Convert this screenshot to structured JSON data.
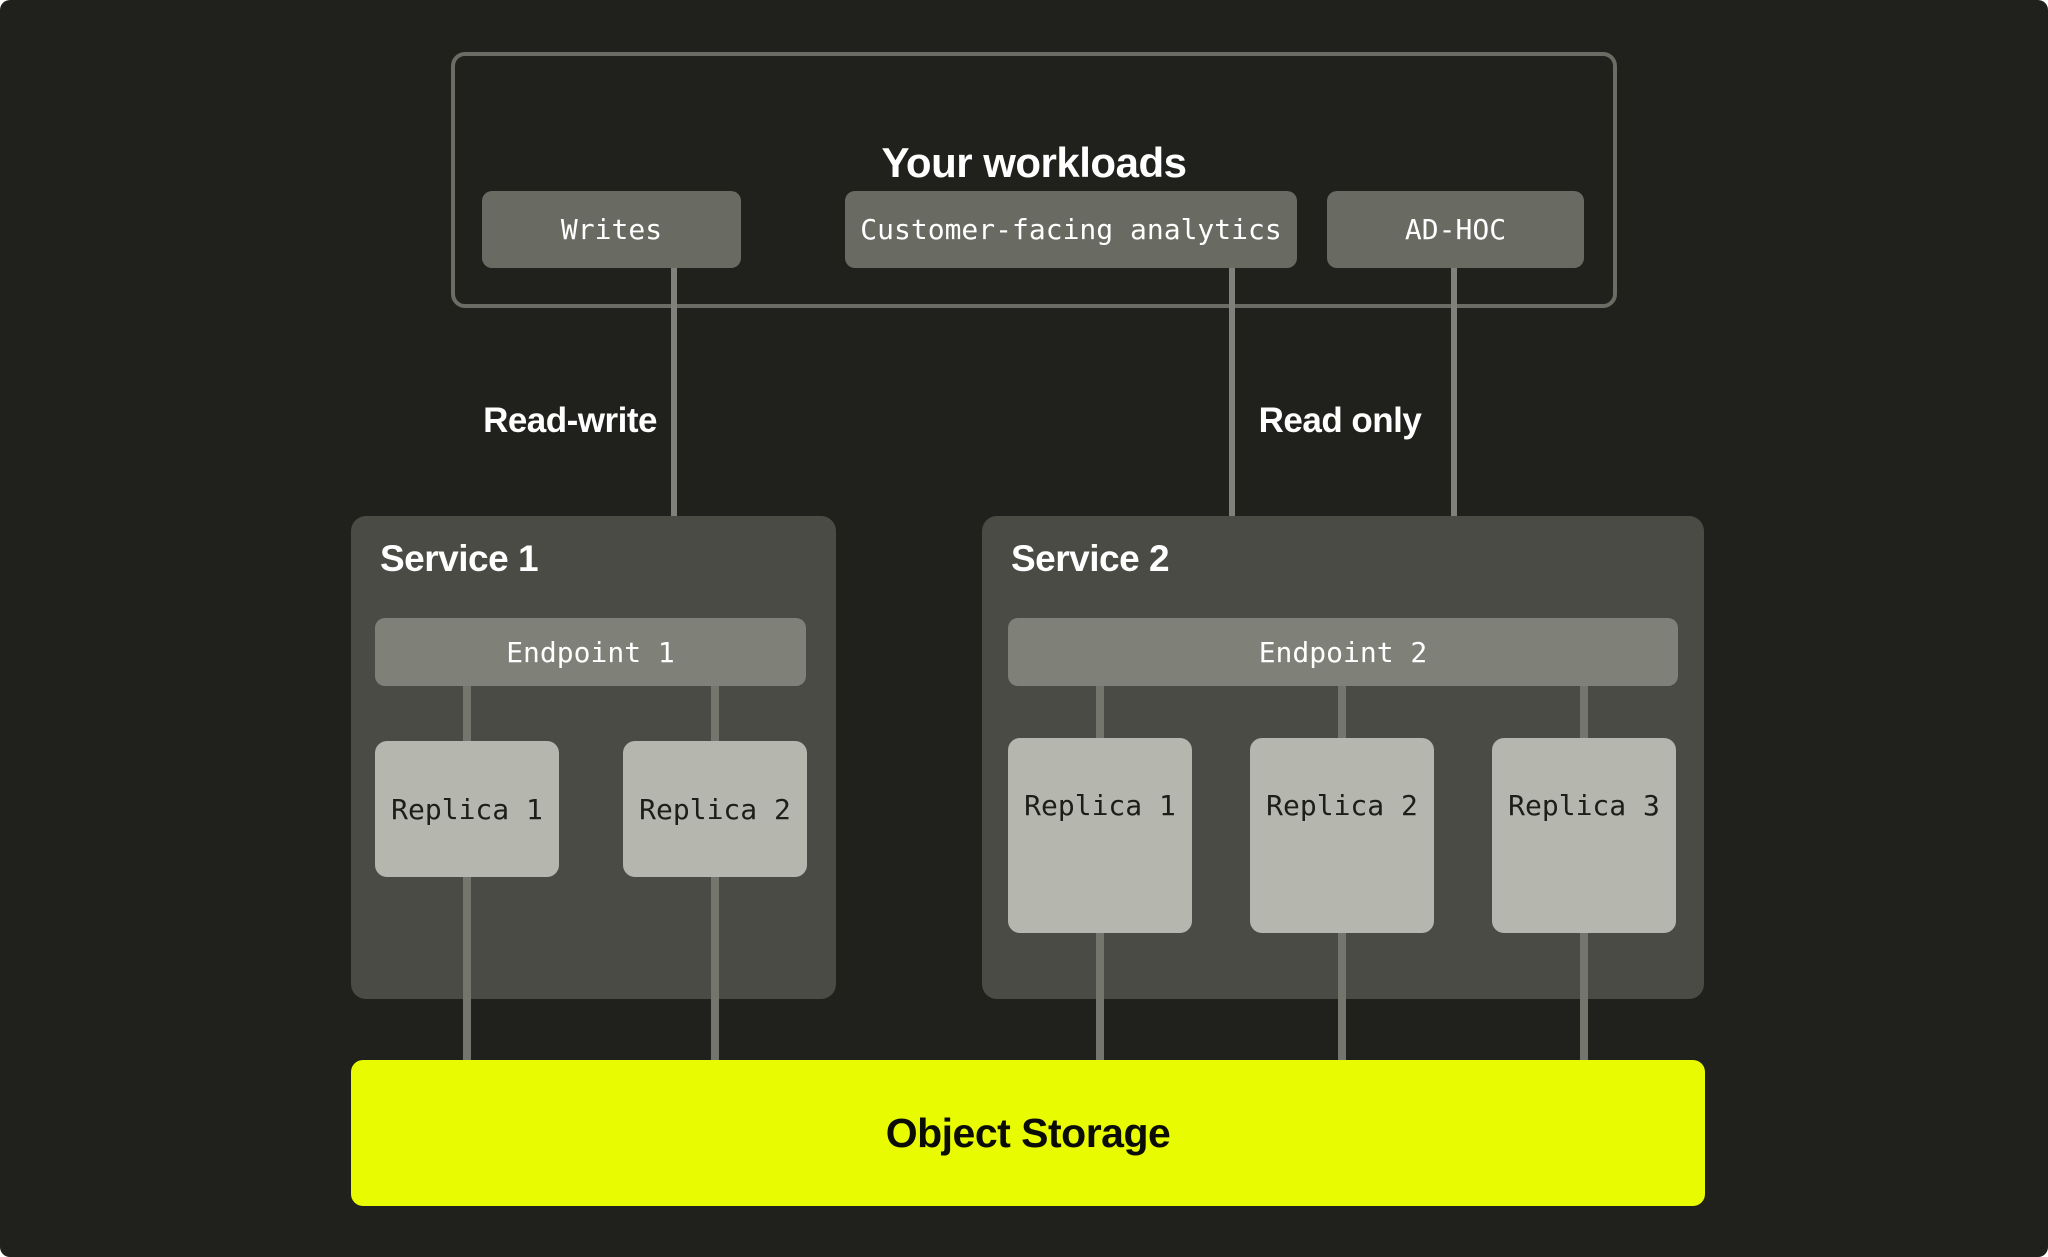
{
  "workloads": {
    "title": "Your workloads",
    "buttons": [
      {
        "label": "Writes"
      },
      {
        "label": "Customer-facing analytics"
      },
      {
        "label": "AD-HOC"
      }
    ]
  },
  "flows": [
    {
      "label": "Read-write",
      "from": "Writes",
      "to": "Endpoint 1"
    },
    {
      "label": "Read only",
      "from": "Customer-facing analytics / AD-HOC",
      "to": "Endpoint 2"
    }
  ],
  "services": [
    {
      "title": "Service 1",
      "endpoint": "Endpoint 1",
      "replicas": [
        "Replica 1",
        "Replica 2"
      ]
    },
    {
      "title": "Service 2",
      "endpoint": "Endpoint 2",
      "replicas": [
        "Replica 1",
        "Replica 2",
        "Replica 3"
      ]
    }
  ],
  "storage": {
    "label": "Object Storage"
  },
  "colors": {
    "canvas_bg": "#20211c",
    "box_border": "#6b6c63",
    "chip_bg": "#696a61",
    "service_bg": "#4a4b44",
    "endpoint_bg": "#7f8077",
    "replica_bg": "#b5b6ae",
    "line": "#80817a",
    "storage_accent": "#e8fb00",
    "text_light": "#ffffff",
    "text_dark": "#1d1e18"
  }
}
